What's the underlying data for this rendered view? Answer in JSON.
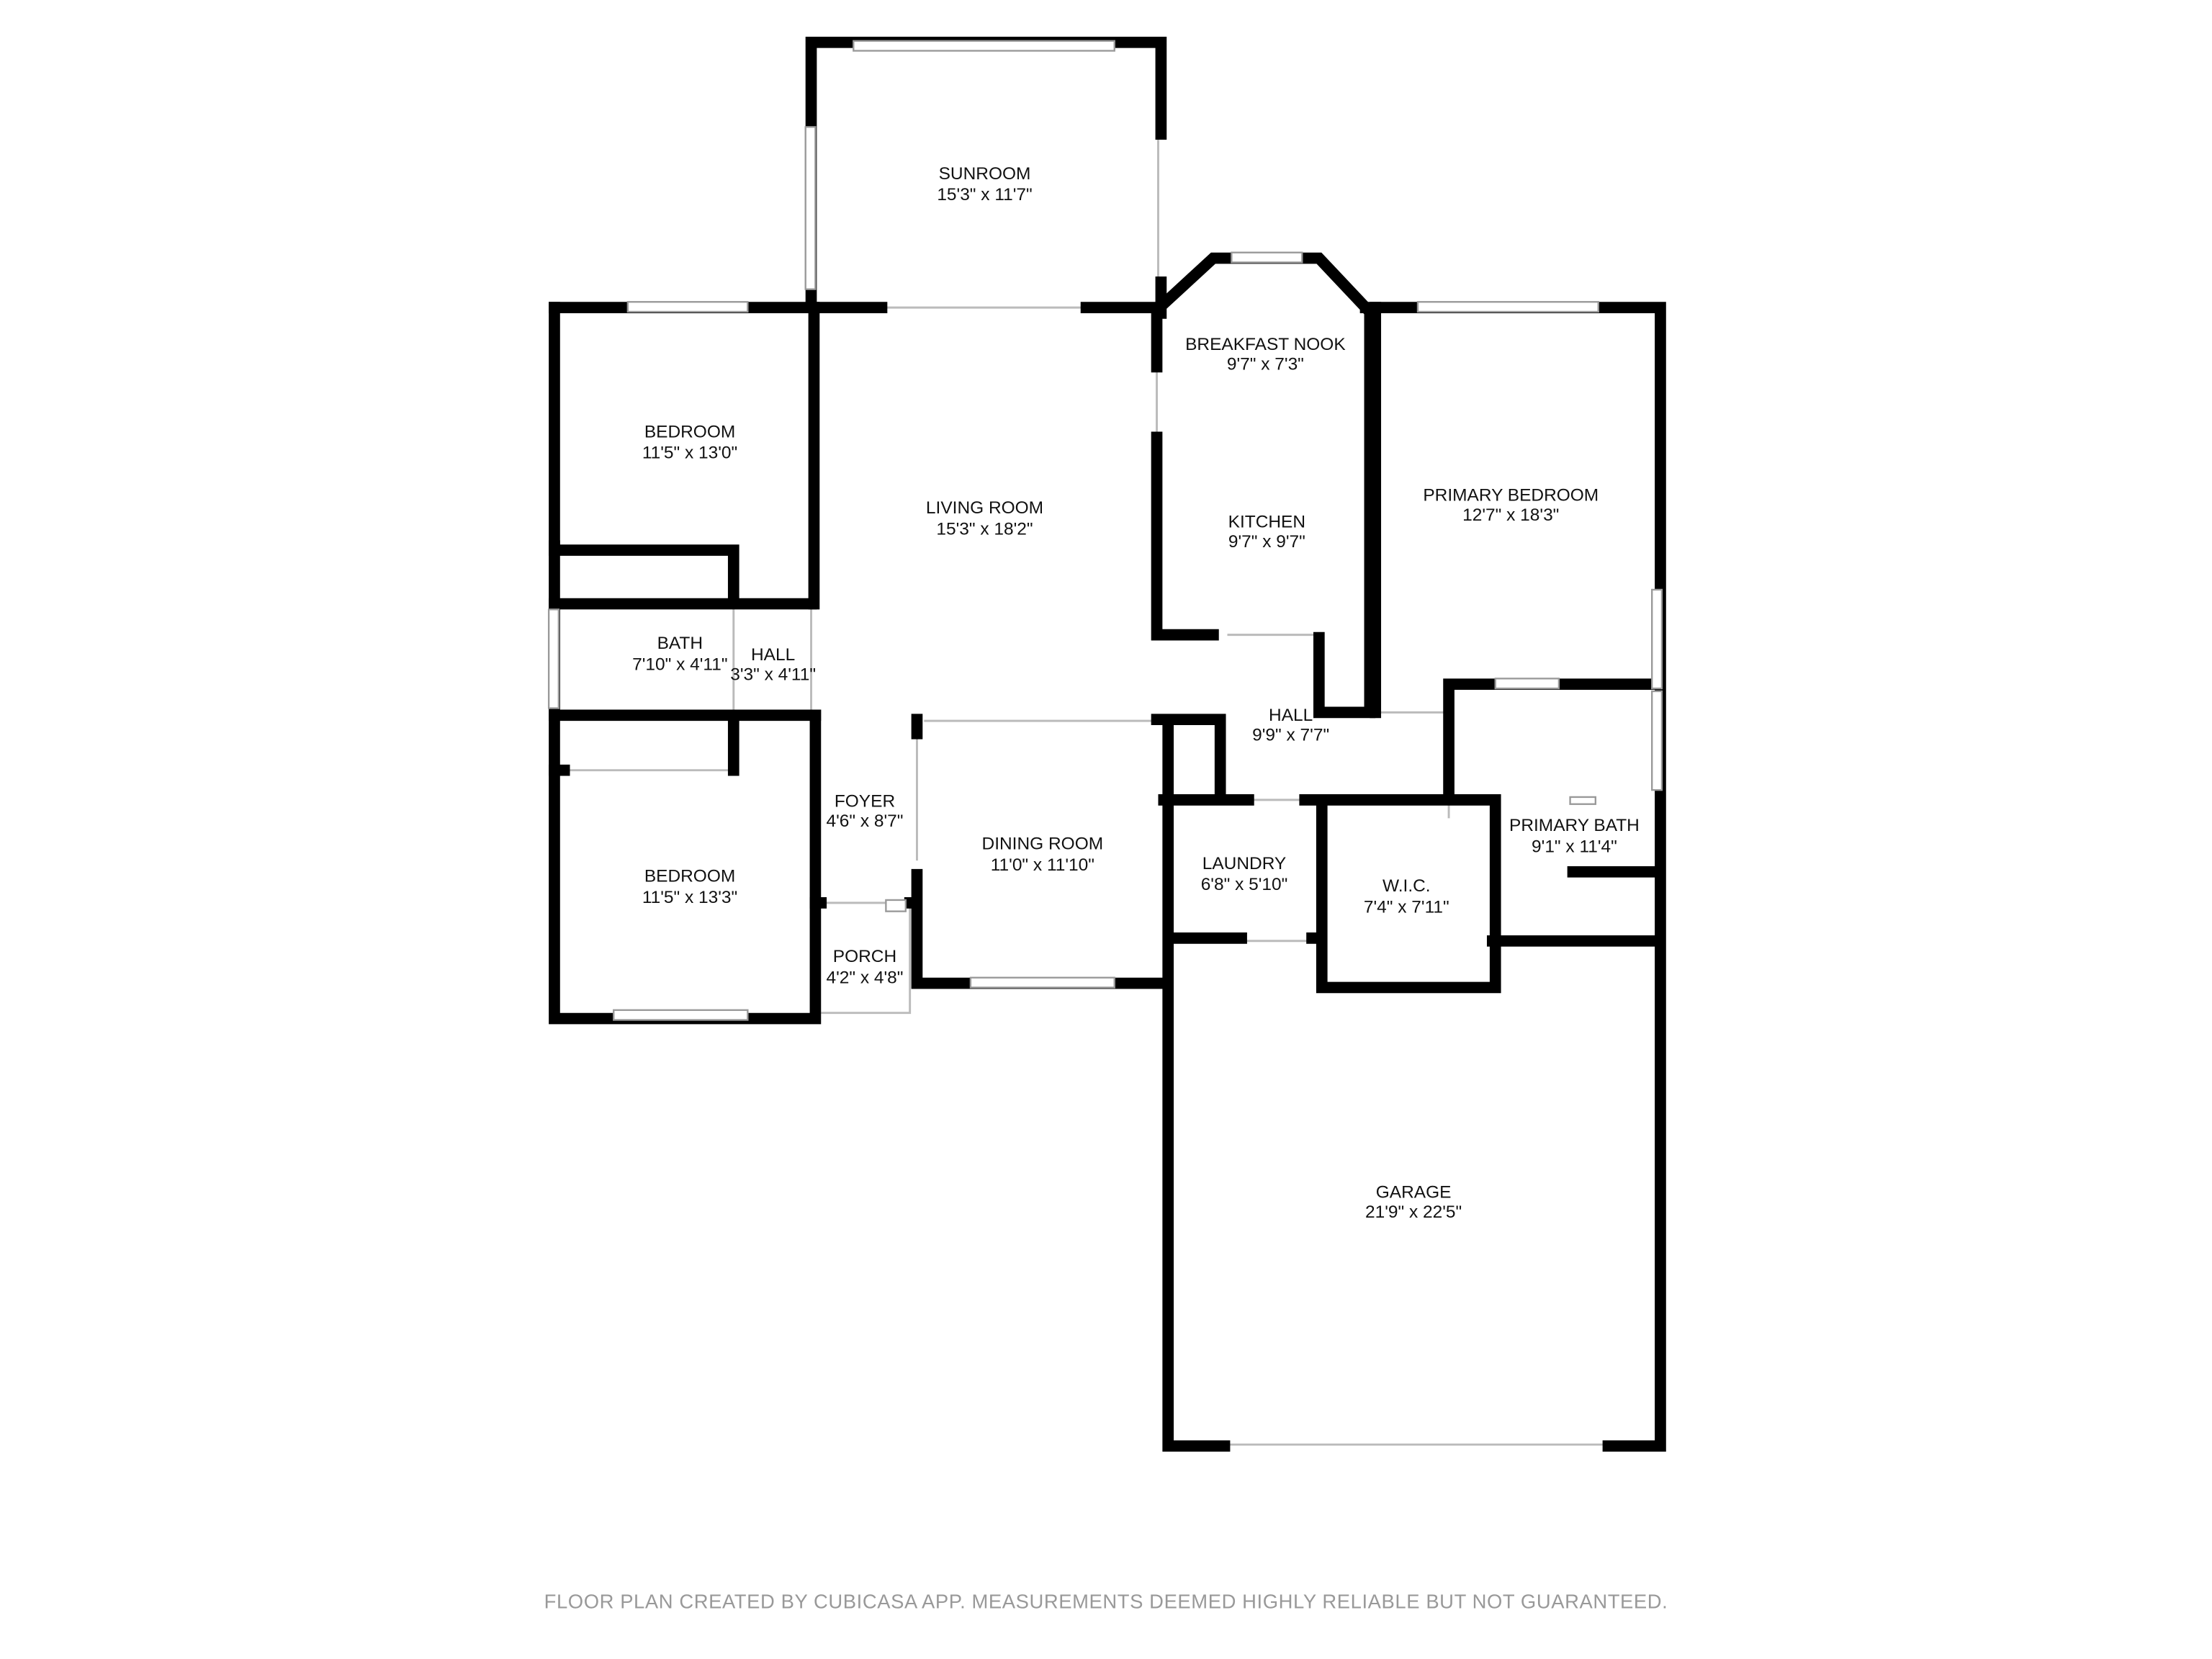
{
  "rooms": [
    {
      "name": "SUNROOM",
      "dims": "15'3\" x 11'7\""
    },
    {
      "name": "BREAKFAST NOOK",
      "dims": "9'7\" x 7'3\""
    },
    {
      "name": "BEDROOM",
      "dims": "11'5\" x 13'0\""
    },
    {
      "name": "LIVING ROOM",
      "dims": "15'3\" x 18'2\""
    },
    {
      "name": "KITCHEN",
      "dims": "9'7\" x 9'7\""
    },
    {
      "name": "PRIMARY BEDROOM",
      "dims": "12'7\" x 18'3\""
    },
    {
      "name": "BATH",
      "dims": "7'10\" x 4'11\""
    },
    {
      "name": "HALL",
      "dims": "3'3\" x 4'11\""
    },
    {
      "name": "HALL",
      "dims": "9'9\" x 7'7\""
    },
    {
      "name": "FOYER",
      "dims": "4'6\" x 8'7\""
    },
    {
      "name": "DINING ROOM",
      "dims": "11'0\" x 11'10\""
    },
    {
      "name": "LAUNDRY",
      "dims": "6'8\" x 5'10\""
    },
    {
      "name": "W.I.C.",
      "dims": "7'4\" x 7'11\""
    },
    {
      "name": "PRIMARY BATH",
      "dims": "9'1\" x 11'4\""
    },
    {
      "name": "BEDROOM",
      "dims": "11'5\" x 13'3\""
    },
    {
      "name": "PORCH",
      "dims": "4'2\" x 4'8\""
    },
    {
      "name": "GARAGE",
      "dims": "21'9\" x 22'5\""
    }
  ],
  "footer": "FLOOR PLAN CREATED BY CUBICASA APP. MEASUREMENTS DEEMED HIGHLY RELIABLE BUT NOT GUARANTEED."
}
